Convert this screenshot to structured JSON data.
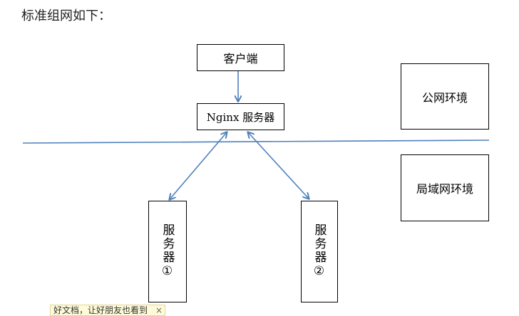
{
  "heading": "标准组网如下：",
  "nodes": {
    "client": "客户端",
    "nginx": "Nginx 服务器",
    "server1": "服务器①",
    "server2": "服务器②"
  },
  "zones": {
    "public": "公网环境",
    "lan": "局域网环境"
  },
  "tooltip": {
    "text": "好文档，让好朋友也看到",
    "close": "×"
  },
  "colors": {
    "connector": "#4f81bd",
    "border": "#000000"
  }
}
